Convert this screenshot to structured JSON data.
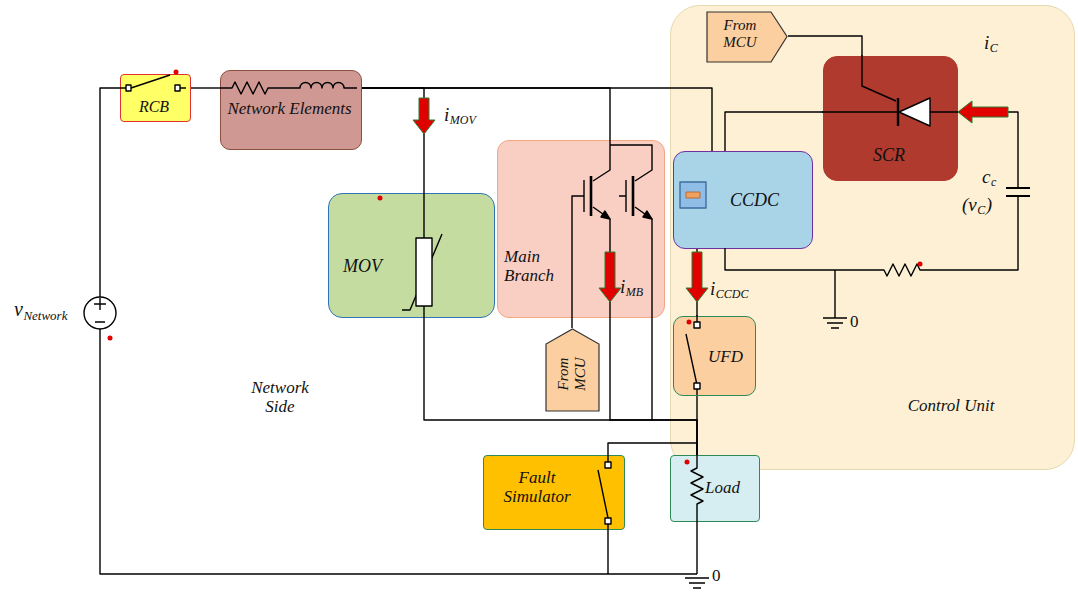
{
  "diagram": {
    "nodes": [
      {
        "text": [
          "RCB"
        ]
      },
      {
        "text": [
          "Network Elements"
        ]
      },
      {
        "text": [
          "MOV"
        ]
      },
      {
        "text": [
          "Main Branch"
        ]
      },
      {
        "text": [
          "From MCU"
        ]
      },
      {
        "text": [
          "Control Unit"
        ]
      },
      {
        "text": [
          "From MCU"
        ],
        "in": 5
      },
      {
        "text": [
          "SCR"
        ],
        "in": 5
      },
      {
        "text": [
          "CCDC"
        ],
        "in": 5
      },
      {
        "text": [
          "UFD"
        ],
        "in": 5
      },
      {
        "text": [
          "Fault Simulator"
        ]
      },
      {
        "text": [
          "Load"
        ]
      }
    ],
    "edges": [
      {
        "from": 0,
        "to": 1,
        "arrow": "none"
      },
      {
        "from": 1,
        "to": 2,
        "arrow": "none"
      },
      {
        "from": 1,
        "to": 3,
        "arrow": "none"
      },
      {
        "from": 1,
        "to": 8,
        "arrow": "none"
      },
      {
        "from": 8,
        "to": 9,
        "arrow": "none"
      },
      {
        "from": 9,
        "to": 11,
        "arrow": "none"
      },
      {
        "from": 2,
        "to": 11,
        "arrow": "none"
      },
      {
        "from": 3,
        "to": 11,
        "arrow": "none"
      },
      {
        "from": 10,
        "to": 11,
        "arrow": "none"
      },
      {
        "from": 7,
        "to": 8,
        "arrow": "none"
      },
      {
        "from": 6,
        "to": 7,
        "arrow": "none"
      },
      {
        "from": 4,
        "to": 3,
        "arrow": "none"
      }
    ],
    "labels": [
      "v",
      "Network",
      "i",
      "MOV",
      "i",
      "MB",
      "i",
      "CCDC",
      "i",
      "C",
      "c",
      "c",
      "(v",
      "C",
      ")",
      "0",
      "0",
      "Network Side"
    ]
  }
}
